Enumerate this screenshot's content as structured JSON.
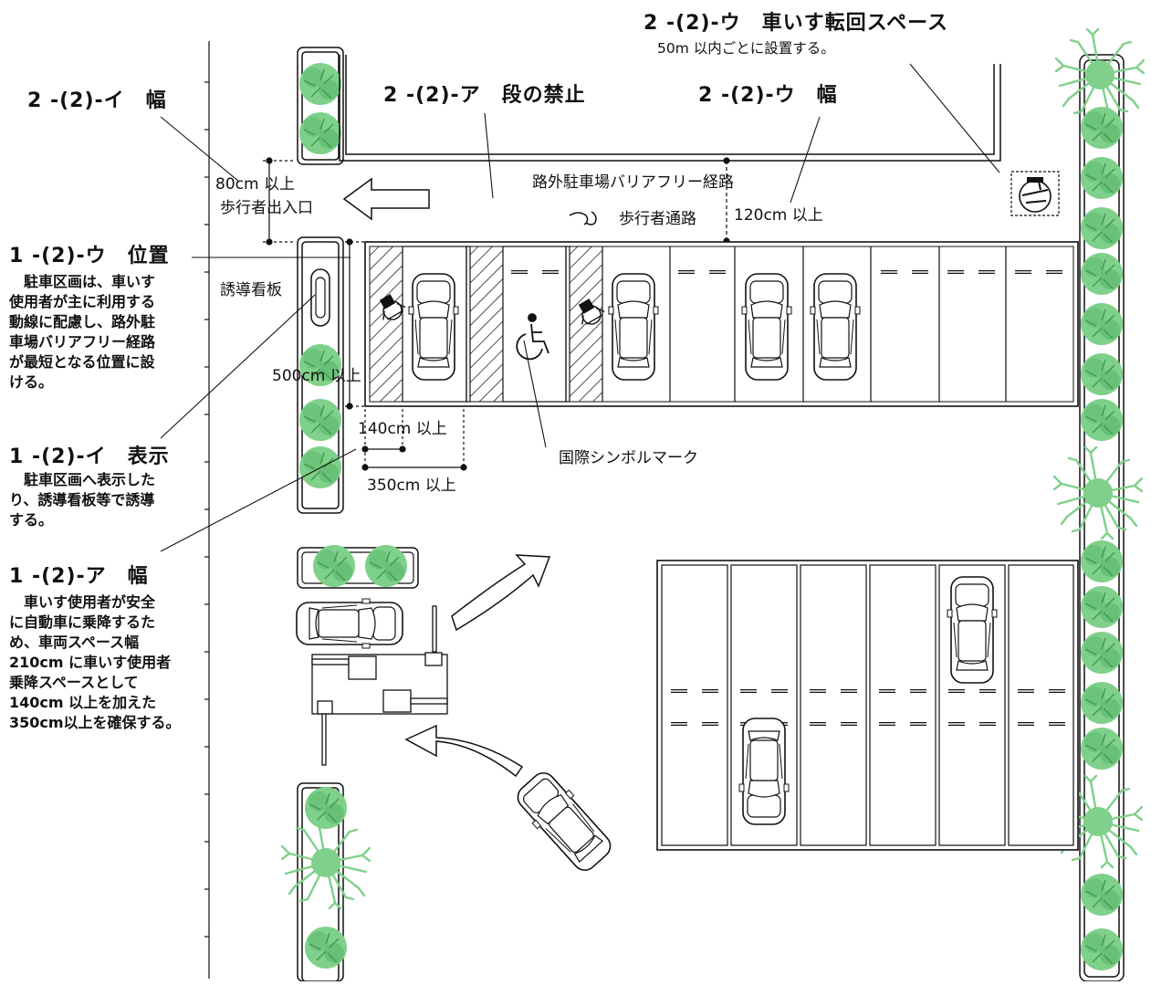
{
  "colors": {
    "tree": "#7fd08a",
    "tree_dark": "#4fae5e",
    "line": "#111111",
    "hatch": "#222222",
    "panel_bg": "#ffffff"
  },
  "labels": {
    "r2_2_i_title": "2 -(2)-イ　幅",
    "r2_2_a_title": "2 -(2)-ア　段の禁止",
    "r2_2_u_width_title": "2 -(2)-ウ　幅",
    "r2_2_u_turn_title": "2 -(2)-ウ　車いす転回スペース",
    "r2_2_u_turn_note": "50m 以内ごとに設置する。",
    "dim_80": "80cm 以上",
    "pedestrian_entrance": "歩行者出入口",
    "barrier_free_route": "路外駐車場バリアフリー経路",
    "pedestrian_path": "歩行者通路",
    "dim_120": "120cm 以上",
    "guide_sign": "誘導看板",
    "dim_500": "500cm 以上",
    "dim_140": "140cm 以上",
    "dim_350": "350cm 以上",
    "intl_symbol": "国際シンボルマーク",
    "r1_2_u_title": "1 -(2)-ウ　位置",
    "r1_2_u_body": "　駐車区画は、車いす\n使用者が主に利用する\n動線に配慮し、路外駐\n車場バリアフリー経路\nが最短となる位置に設\nける。",
    "r1_2_i_title": "1 -(2)-イ　表示",
    "r1_2_i_body": "　駐車区画へ表示した\nり、誘導看板等で誘導\nする。",
    "r1_2_a_title": "1 -(2)-ア　幅",
    "r1_2_a_body": "　車いす使用者が安全\nに自動車に乗降するた\nめ、車両スペース幅\n210cm に車いす使用者\n乗降スペースとして\n140cm 以上を加えた\n350cm以上を確保する。"
  },
  "icons": [
    "wheelchair-symbol-icon",
    "wheelchair-turn-icon",
    "footsteps-icon",
    "direction-arrow-icon",
    "tree-icon",
    "car-icon"
  ]
}
